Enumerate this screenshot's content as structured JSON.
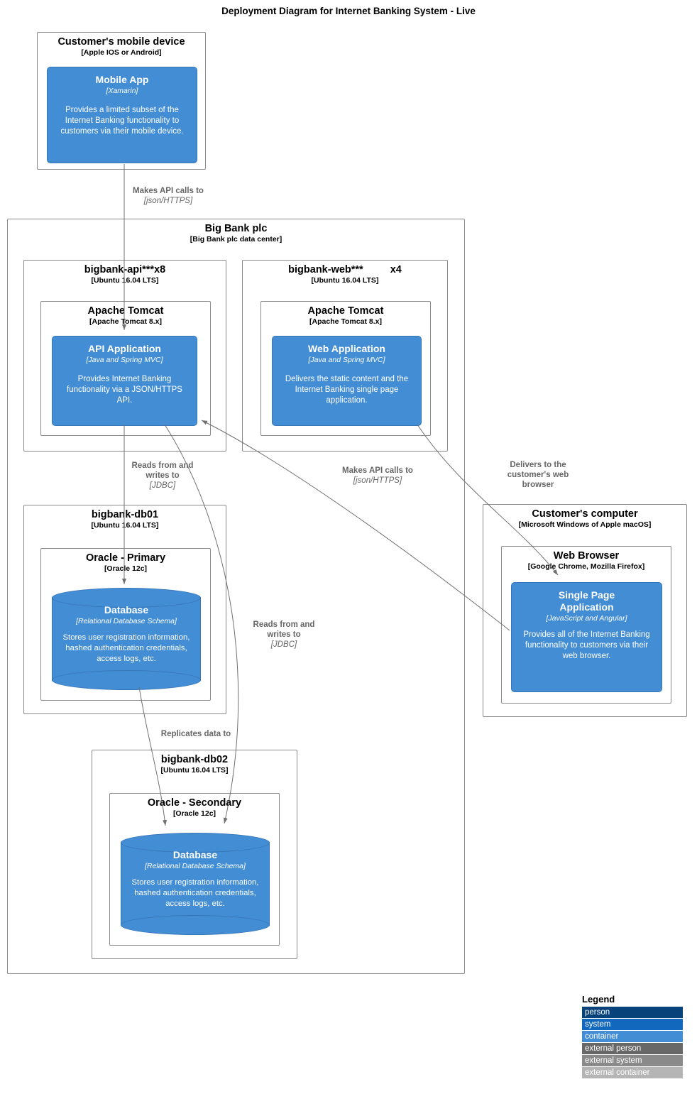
{
  "title": "Deployment Diagram for Internet Banking System - Live",
  "colors": {
    "container": "#438DD5",
    "container_border": "#3676B8",
    "arrow": "#707070",
    "person": "#08427B",
    "system": "#1168BD",
    "external_person": "#686868",
    "external_system": "#8A8A8A",
    "external_container": "#B5B5B5"
  },
  "nodes": {
    "mobile_device": {
      "title": "Customer's mobile device",
      "subtitle": "[Apple IOS or Android]"
    },
    "mobile_app": {
      "name": "Mobile App",
      "tech": "[Xamarin]",
      "desc": "Provides a limited subset of the Internet Banking functionality to customers via their mobile device."
    },
    "big_bank": {
      "title": "Big Bank plc",
      "subtitle": "[Big Bank plc data center]"
    },
    "api_node": {
      "name": "bigbank-api***",
      "count": "x8",
      "subtitle": "[Ubuntu 16.04 LTS]"
    },
    "api_tomcat": {
      "title": "Apache Tomcat",
      "subtitle": "[Apache Tomcat 8.x]"
    },
    "api_app": {
      "name": "API Application",
      "tech": "[Java and Spring MVC]",
      "desc": "Provides Internet Banking functionality via a JSON/HTTPS API."
    },
    "web_node": {
      "name": "bigbank-web***",
      "count": "x4",
      "subtitle": "[Ubuntu 16.04 LTS]"
    },
    "web_tomcat": {
      "title": "Apache Tomcat",
      "subtitle": "[Apache Tomcat 8.x]"
    },
    "web_app": {
      "name": "Web Application",
      "tech": "[Java and Spring MVC]",
      "desc": "Delivers the static content and the Internet Banking single page application."
    },
    "db01_node": {
      "title": "bigbank-db01",
      "subtitle": "[Ubuntu 16.04 LTS]"
    },
    "oracle_primary": {
      "title": "Oracle - Primary",
      "subtitle": "[Oracle 12c]"
    },
    "db_primary": {
      "name": "Database",
      "tech": "[Relational Database Schema]",
      "desc": "Stores user registration information, hashed authentication credentials, access logs, etc."
    },
    "db02_node": {
      "title": "bigbank-db02",
      "subtitle": "[Ubuntu 16.04 LTS]"
    },
    "oracle_secondary": {
      "title": "Oracle - Secondary",
      "subtitle": "[Oracle 12c]"
    },
    "db_secondary": {
      "name": "Database",
      "tech": "[Relational Database Schema]",
      "desc": "Stores user registration information, hashed authentication credentials, access logs, etc."
    },
    "computer": {
      "title": "Customer's computer",
      "subtitle": "[Microsoft Windows of Apple macOS]"
    },
    "browser": {
      "title": "Web Browser",
      "subtitle": "[Google Chrome, Mozilla Firefox]"
    },
    "spa": {
      "name": "Single Page Application",
      "tech": "[JavaScript and Angular]",
      "desc": "Provides all of the Internet Banking functionality to customers via their web browser."
    }
  },
  "edges": {
    "mobile_to_api": {
      "label": "Makes API calls to",
      "tech": "[json/HTTPS]"
    },
    "spa_to_api": {
      "label": "Makes API calls to",
      "tech": "[json/HTTPS]"
    },
    "web_to_spa": {
      "label": "Delivers to the customer's web browser"
    },
    "api_to_db1": {
      "label": "Reads from and writes to",
      "tech": "[JDBC]"
    },
    "api_to_db2": {
      "label": "Reads from and writes to",
      "tech": "[JDBC]"
    },
    "db1_to_db2": {
      "label": "Replicates data to"
    }
  },
  "legend": {
    "title": "Legend",
    "items": [
      {
        "label": "person",
        "color": "#08427B"
      },
      {
        "label": "system",
        "color": "#1168BD"
      },
      {
        "label": "container",
        "color": "#438DD5"
      },
      {
        "label": "external person",
        "color": "#686868"
      },
      {
        "label": "external system",
        "color": "#8A8A8A"
      },
      {
        "label": "external container",
        "color": "#B5B5B5"
      }
    ]
  }
}
